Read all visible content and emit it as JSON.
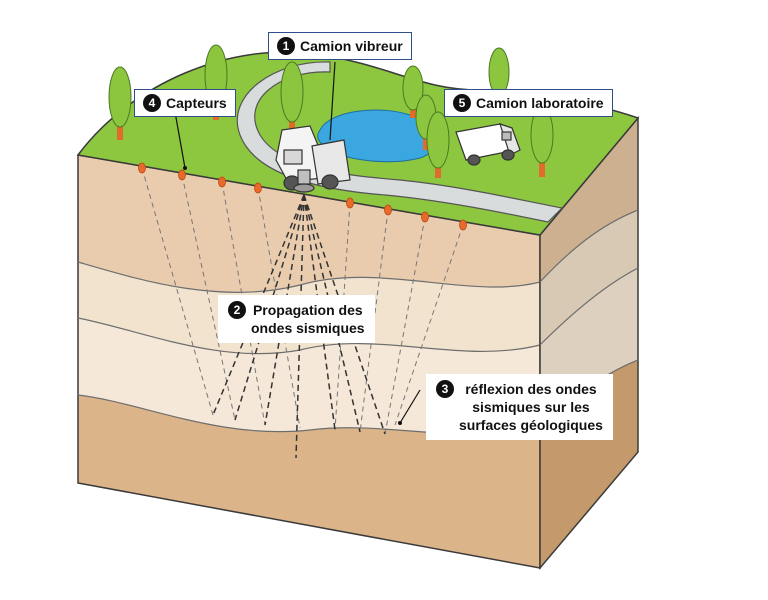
{
  "labels": {
    "truck": {
      "num": "1",
      "text": "Camion vibreur"
    },
    "propagation": {
      "num": "2",
      "line1": "Propagation des",
      "line2": "ondes sismiques"
    },
    "reflection": {
      "num": "3",
      "line1": "réflexion des ondes",
      "line2": "sismiques sur les",
      "line3": "surfaces géologiques"
    },
    "sensors": {
      "num": "4",
      "text": "Capteurs"
    },
    "lab_truck": {
      "num": "5",
      "text": "Camion laboratoire"
    }
  },
  "colors": {
    "grass": "#8dc63f",
    "road": "#d9dcdc",
    "pond": "#3aa7e0",
    "tree": "#8cc63f",
    "trunk": "#e06b2a",
    "sensor": "#e86a2a",
    "layer1": "#e9ccae",
    "layer2": "#f2e3cf",
    "layer3": "#f5e8d8",
    "layer4": "#dcb489",
    "side1": "#cdb090",
    "side2": "#d8c9b4",
    "side3": "#ddd0bf",
    "side4": "#c49a6c"
  }
}
